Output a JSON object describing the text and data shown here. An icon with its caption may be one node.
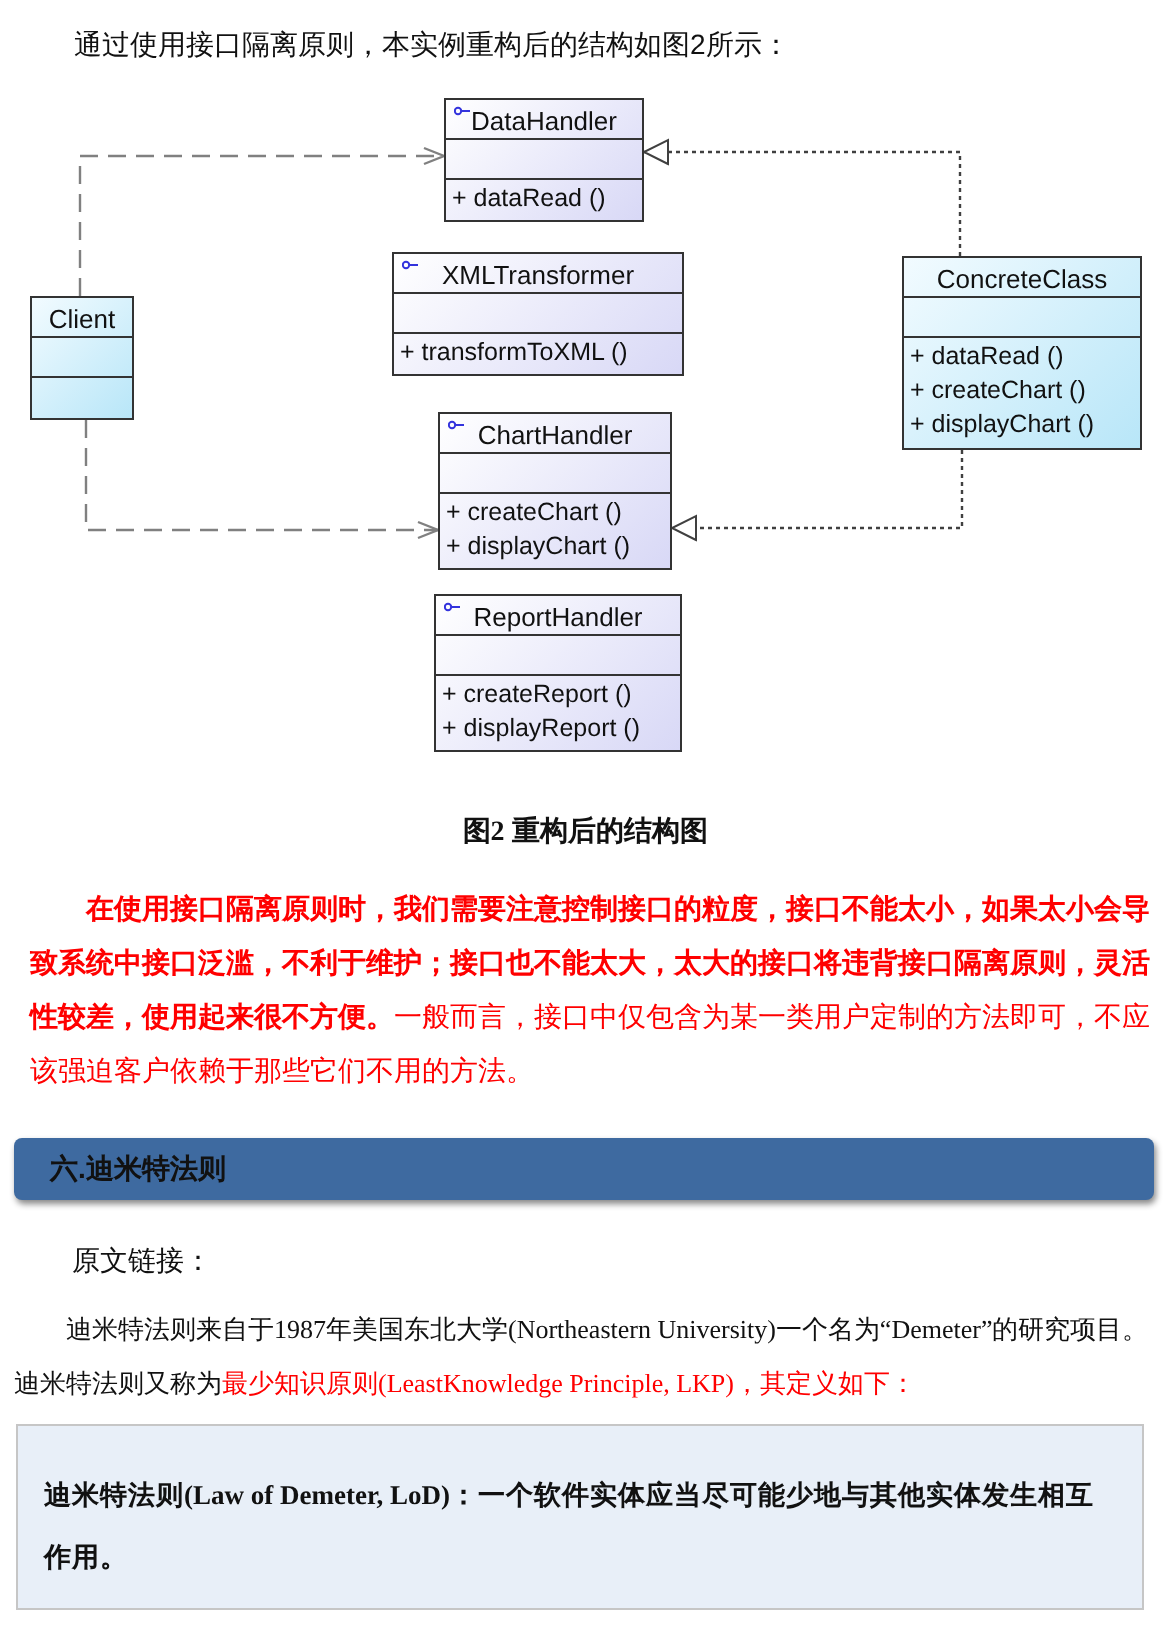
{
  "diagram": {
    "caption": "图2 重构后的结构图",
    "nodes": [
      {
        "text": [
          "DataHandler",
          "+ dataRead ()"
        ]
      },
      {
        "text": [
          "XMLTransformer",
          "+ transformToXML ()"
        ]
      },
      {
        "text": [
          "Client"
        ]
      },
      {
        "text": [
          "ConcreteClass",
          "+ dataRead ()",
          "+ createChart ()",
          "+ displayChart ()"
        ]
      },
      {
        "text": [
          "ChartHandler",
          "+ createChart ()",
          "+ displayChart ()"
        ]
      },
      {
        "text": [
          "ReportHandler",
          "+ createReport ()",
          "+ displayReport ()"
        ]
      },
      {
        "text": [
          "六.迪米特法则"
        ]
      },
      {
        "text": [
          "迪米特法则(Law of  Demeter, LoD)：一个软件实体应当尽可能少地与其他实体发生相互作用。"
        ]
      }
    ],
    "edges": [
      {
        "from": 2,
        "to": 0,
        "arrow": "to",
        "style": "dashed",
        "color": "#808080"
      },
      {
        "from": 2,
        "to": 4,
        "arrow": "to",
        "style": "dashed",
        "color": "#808080"
      },
      {
        "from": 3,
        "to": 0,
        "arrow": "to",
        "style": "dashed",
        "color": "#404040"
      },
      {
        "from": 3,
        "to": 4,
        "arrow": "to",
        "style": "dashed",
        "color": "#404040"
      }
    ],
    "labels": [
      "通过使用接口隔离原则，本实例重构后的结构如图2所示：",
      "**在使用接口隔离原则时，我们需要注意控制接口的粒度，接口不能太小，如果太小会导致系统中接口泛滥，不利于维护；接口也不能太大，太大的接口将违背接口隔离原则，灵活性较差，使用起来很不方便。**一般而言，接口中仅包含为某一类用户定制的方法即可，不应该强迫客户依赖于那些它们不用的方法。",
      "原文链接：",
      "迪米特法则来自于1987年美国东北大学(Northeastern University)一个名为“Demeter”的研究项目。迪米特法则又称为",
      "最少知识原则(LeastKnowledge Principle, LKP)，其定义如下："
    ]
  }
}
